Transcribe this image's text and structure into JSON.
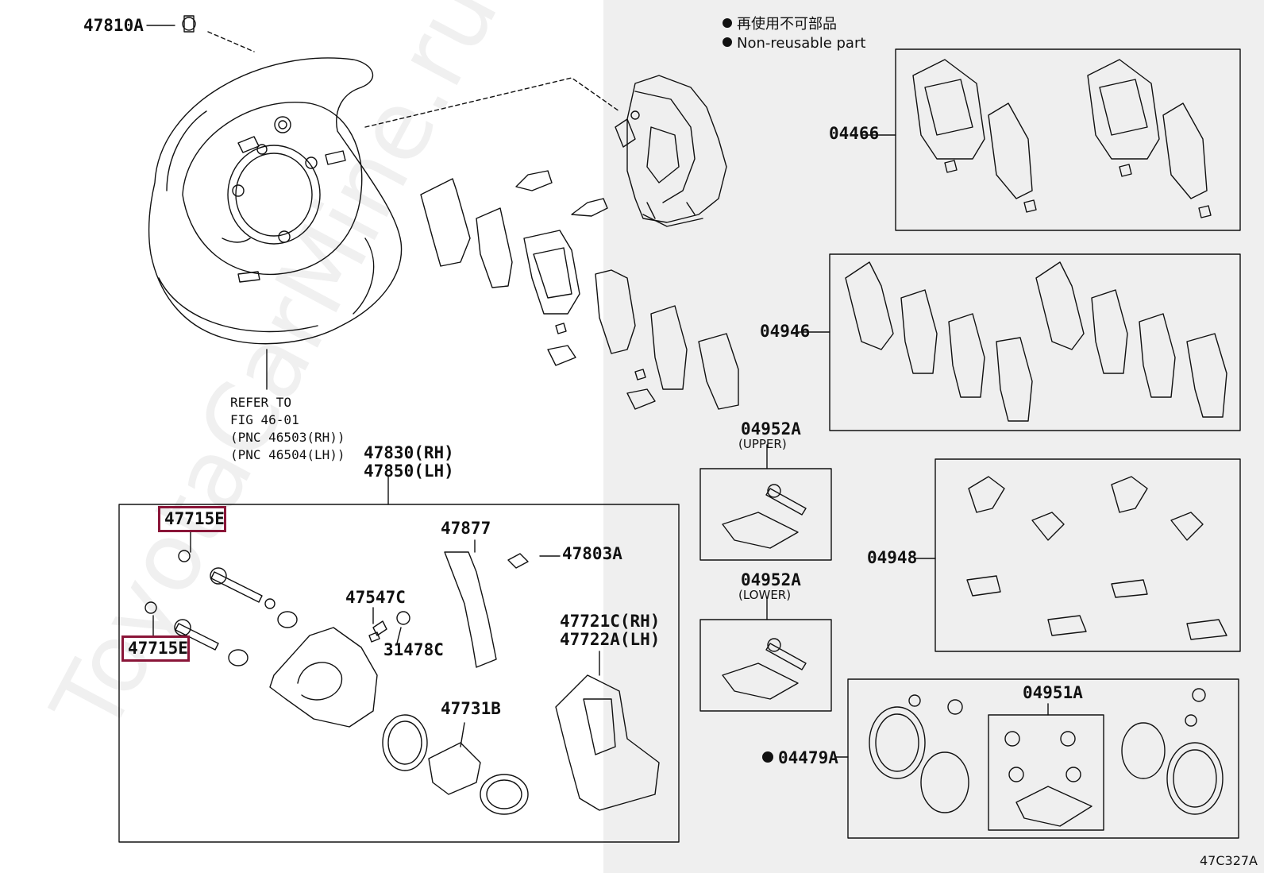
{
  "legend": {
    "non_reusable_jp": "再使用不可部品",
    "non_reusable_en": "Non-reusable part"
  },
  "watermark": "ToyotaCarMine.ru",
  "figure_code": "47C327A",
  "refer": {
    "line1": "REFER TO",
    "line2": "FIG 46-01",
    "line3": "(PNC 46503(RH))",
    "line4": "(PNC 46504(LH))"
  },
  "labels": {
    "p47810A": "47810A",
    "p47830": "47830(RH)",
    "p47850": "47850(LH)",
    "p47715E_top": "47715E",
    "p47715E_bottom": "47715E",
    "p47877": "47877",
    "p47803A": "47803A",
    "p47547C": "47547C",
    "p31478C": "31478C",
    "p47721C": "47721C(RH)",
    "p47722A": "47722A(LH)",
    "p47731B": "47731B",
    "p04466": "04466",
    "p04946": "04946",
    "p04952A_upper": "04952A",
    "upper": "(UPPER)",
    "p04952A_lower": "04952A",
    "lower": "(LOWER)",
    "p04948": "04948",
    "p04951A": "04951A",
    "p04479A": "04479A"
  },
  "colors": {
    "highlight": "#8a1538",
    "line": "#111111",
    "panel_gray": "#efefef"
  }
}
